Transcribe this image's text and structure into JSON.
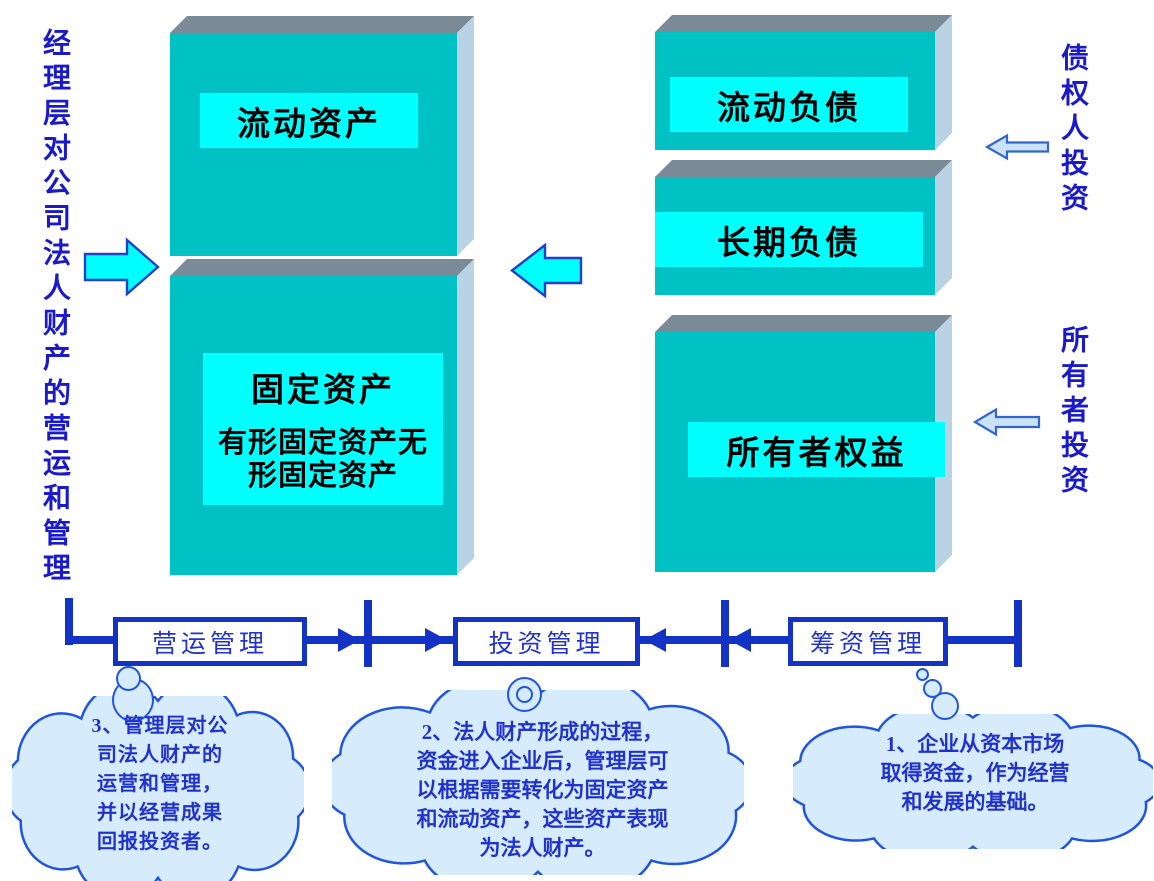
{
  "side_notes": {
    "left": "经理层对公司法人财产的营运和管理",
    "creditor": "债权人投资",
    "owner": "所有者投资"
  },
  "asset_boxes": {
    "current_assets": {
      "label": "流动资产"
    },
    "fixed_assets": {
      "label": "固定资产",
      "sub_lines": [
        "有形固定资产无",
        "形固定资产"
      ]
    },
    "current_liabilities": {
      "label": "流动负债"
    },
    "long_term_liabilities": {
      "label": "长期负债"
    },
    "owners_equity": {
      "label": "所有者权益"
    }
  },
  "timeline": {
    "operations_label": "营运管理",
    "investment_label": "投资管理",
    "financing_label": "筹资管理"
  },
  "clouds": [
    {
      "name": "note-3-management",
      "lines": [
        "3、管理层对公",
        "司法人财产的",
        "运营和管理，",
        "并以经营成果",
        "回报投资者。"
      ]
    },
    {
      "name": "note-2-formation",
      "lines": [
        "2、法人财产形成的过程，",
        "资金进入企业后，管理层可",
        "以根据需要转化为固定资产",
        "和流动资产，这些资产表现",
        "为法人财产。"
      ]
    },
    {
      "name": "note-1-fundraising",
      "lines": [
        "1、企业从资本市场",
        "取得资金，作为经营",
        "和发展的基础。"
      ]
    }
  ],
  "colors": {
    "cube_front": "#00C2C4",
    "cube_top": "#7A8A96",
    "cube_side": "#B9D2E4",
    "label_strip": "#00FFFF",
    "timeline_blue": "#1233C4",
    "text_blue": "#1A1AC8",
    "arrow_cyan": "#00FFFF",
    "arrow_light_blue": "#C9E2F8",
    "cloud_fill": "#D6EBFB",
    "cloud_stroke": "#2255DD"
  }
}
